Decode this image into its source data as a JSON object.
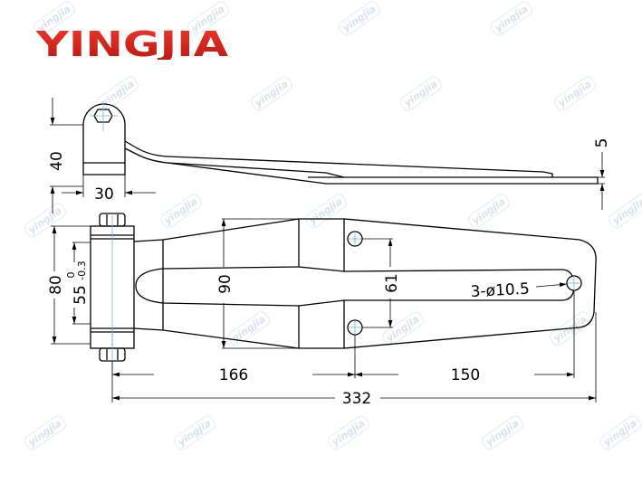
{
  "brand": {
    "name": "YINGJIA",
    "color": "#d7261e"
  },
  "watermark": {
    "text": "yingjia"
  },
  "side_view": {
    "height_dim": "40",
    "width_dim": "30",
    "thickness_dim": "5"
  },
  "top_view": {
    "overall_height_dim": "80",
    "pin_length_dim": "55",
    "pin_tolerance_upper": "0",
    "pin_tolerance_lower": "-0.3",
    "leaf_width_dim": "90",
    "hole_spacing_dim": "61",
    "hole_callout": "3-ø10.5",
    "dim_pin_to_holes": "166",
    "dim_holes_to_end_hole": "150",
    "overall_length_dim": "332"
  },
  "colors": {
    "line": "#000000",
    "centerline": "#6fb7d6",
    "watermark": "#d6e3f3"
  }
}
